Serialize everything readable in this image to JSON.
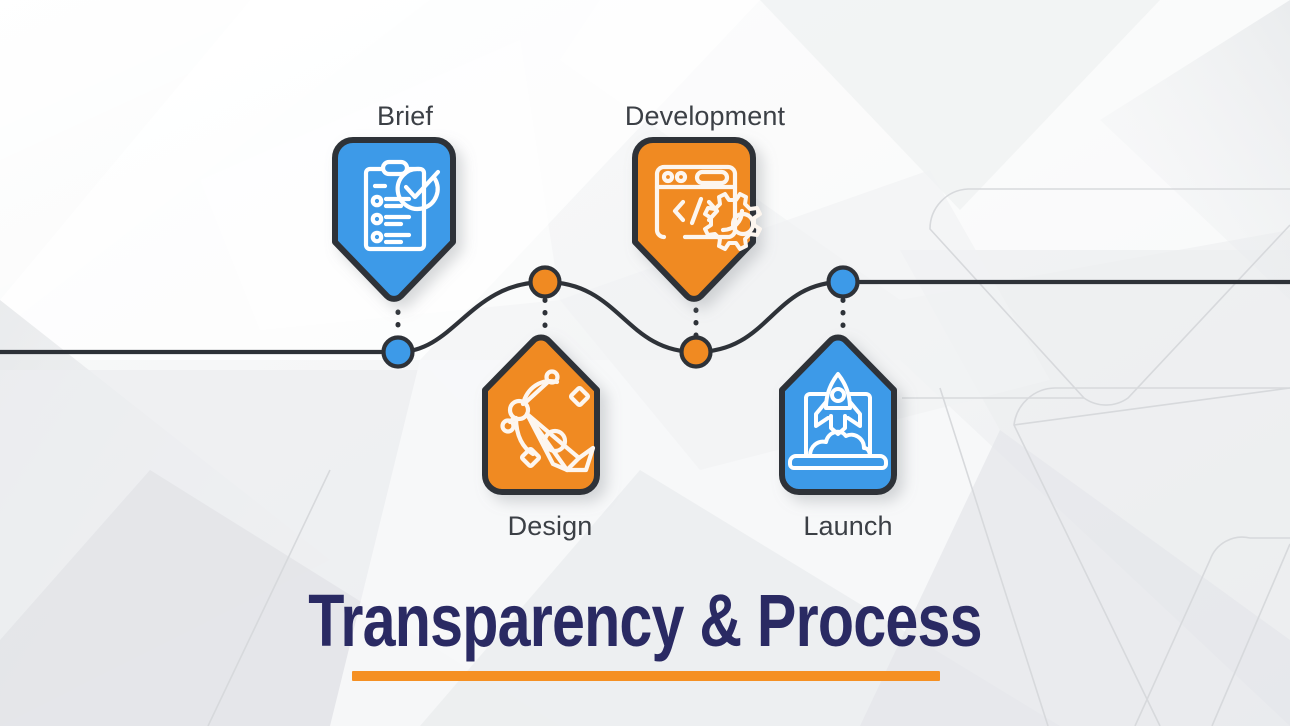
{
  "title": {
    "headline": "Transparency & Process",
    "accent_color": "#f59023",
    "text_color": "#2a2a63"
  },
  "theme": {
    "blue": "#3d9ae8",
    "orange": "#f08a22",
    "outline": "#2e3238",
    "label_color": "#3c4046",
    "background_base": "#f4f5f6",
    "facet_light": "#fdfdfe",
    "facet_dark": "#e3e5e7",
    "ghost_outline": "#d9dadd"
  },
  "steps": [
    {
      "id": "brief",
      "label": "Brief",
      "icon": "clipboard-checklist-icon",
      "color": "#3d9ae8",
      "orientation": "point-down",
      "node_color": "#3d9ae8"
    },
    {
      "id": "design",
      "label": "Design",
      "icon": "pen-tool-bezier-icon",
      "color": "#f08a22",
      "orientation": "point-up",
      "node_color": "#f08a22"
    },
    {
      "id": "development",
      "label": "Development",
      "icon": "code-browser-gear-icon",
      "color": "#f08a22",
      "orientation": "point-down",
      "node_color": "#f08a22"
    },
    {
      "id": "launch",
      "label": "Launch",
      "icon": "rocket-laptop-icon",
      "color": "#3d9ae8",
      "orientation": "point-up",
      "node_color": "#3d9ae8"
    }
  ]
}
